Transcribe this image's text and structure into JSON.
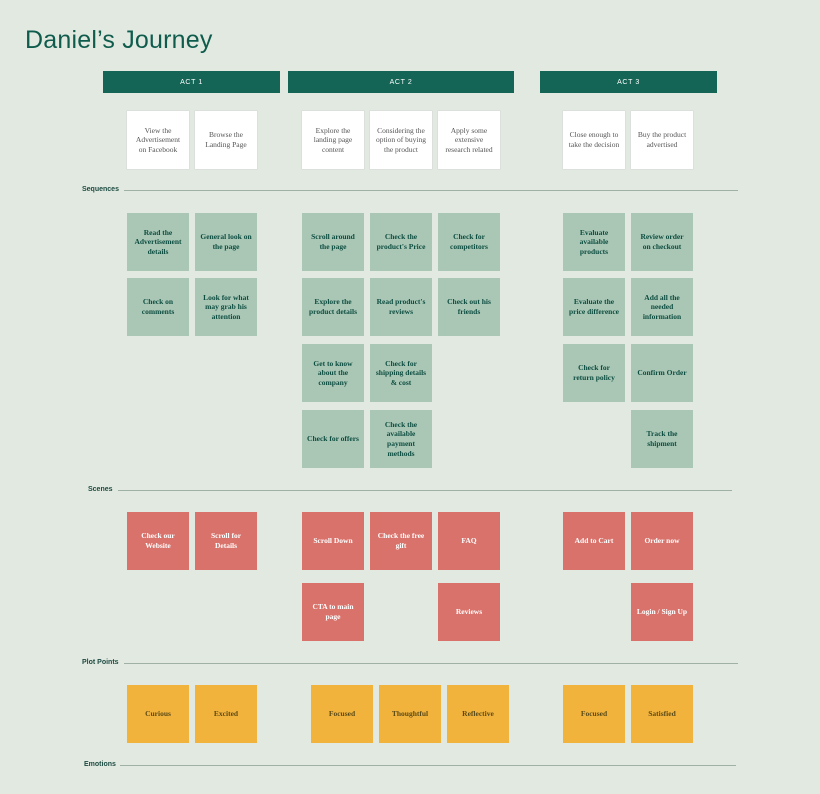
{
  "title": "Daniel’s Journey",
  "acts": [
    "ACT 1",
    "ACT 2",
    "ACT 3"
  ],
  "sequences_label": "Sequences",
  "scenes_label": "Scenes",
  "plot_points_label": "Plot Points",
  "emotions_label": "Emotions",
  "sequences": [
    "View the Advertisement on Facebook",
    "Browse the Landing Page",
    "Explore the landing page content",
    "Considering the option of buying the product",
    "Apply some extensive research related",
    "Close enough to take the decision",
    "Buy the product advertised"
  ],
  "scenes": [
    "Read the Advertisement details",
    "General look on the page",
    "Check on comments",
    "Look for what may grab his attention",
    "Scroll around the page",
    "Check the product's Price",
    "Check for competitors",
    "Explore the product details",
    "Read product's reviews",
    "Check out his friends",
    "Get to know about the company",
    "Check for shipping details & cost",
    "Check for offers",
    "Check the available payment methods",
    "Evaluate available products",
    "Review order on checkout",
    "Evaluate the price difference",
    "Add all the needed information",
    "Check for return policy",
    "Confirm Order",
    "Track the shipment"
  ],
  "plot_points": [
    "Check our Website",
    "Scroll for Details",
    "Scroll Down",
    "Check the free gift",
    "FAQ",
    "CTA to main page",
    "Reviews",
    "Add to Cart",
    "Order now",
    "Login / Sign Up"
  ],
  "emotions": [
    "Curious",
    "Excited",
    "Focused",
    "Thoughtful",
    "Reflective",
    "Focused",
    "Satisfied"
  ]
}
